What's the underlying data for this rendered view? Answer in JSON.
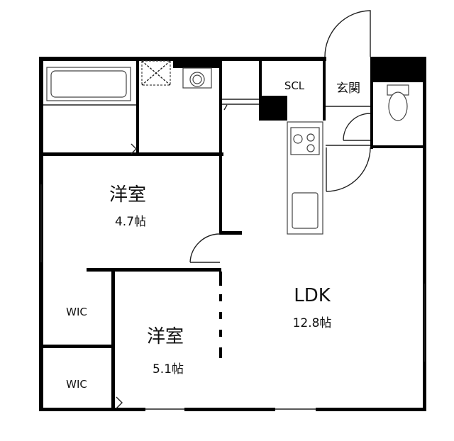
{
  "rooms": {
    "western_room_1": {
      "name": "洋室",
      "size": "4.7帖"
    },
    "western_room_2": {
      "name": "洋室",
      "size": "5.1帖"
    },
    "ldk": {
      "name": "LDK",
      "size": "12.8帖"
    },
    "scl": {
      "name": "SCL"
    },
    "entrance": {
      "name": "玄関"
    },
    "wic_1": {
      "name": "WIC"
    },
    "wic_2": {
      "name": "WIC"
    }
  }
}
